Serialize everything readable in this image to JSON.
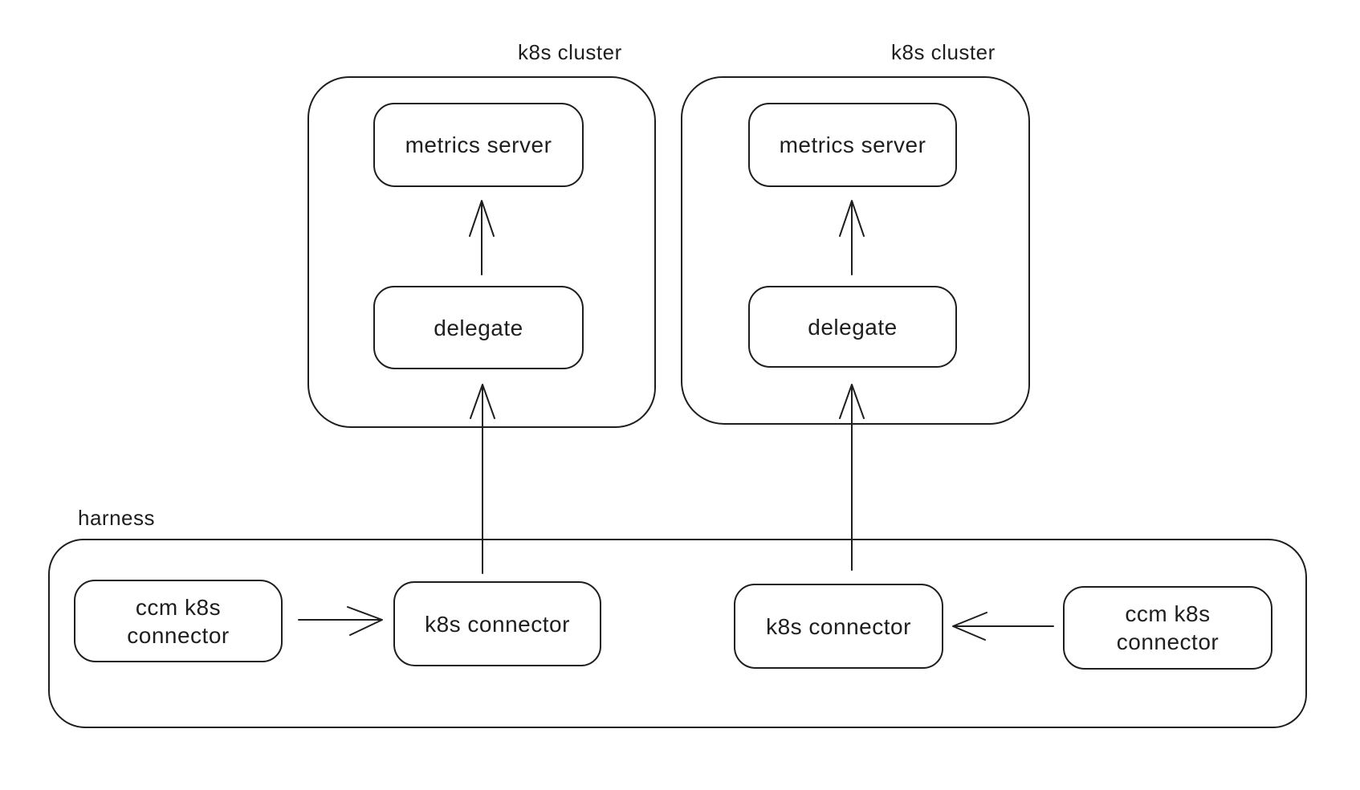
{
  "page": {
    "background_color": "#ffffff",
    "stroke_color": "#1e1e1e",
    "text_color": "#1e1e1e",
    "style": "hand-drawn whiteboard diagram"
  },
  "clusters": [
    {
      "label": "k8s cluster",
      "nodes": {
        "metrics_server": "metrics server",
        "delegate": "delegate"
      }
    },
    {
      "label": "k8s cluster",
      "nodes": {
        "metrics_server": "metrics server",
        "delegate": "delegate"
      }
    }
  ],
  "harness": {
    "label": "harness",
    "nodes": {
      "ccm_left": {
        "line1": "ccm k8s",
        "line2": "connector"
      },
      "connector_left": "k8s connector",
      "connector_right": "k8s connector",
      "ccm_right": {
        "line1": "ccm k8s",
        "line2": "connector"
      }
    }
  },
  "edges": [
    {
      "from": "ccm k8s connector (harness left)",
      "to": "k8s connector (harness left)",
      "direction": "right",
      "style": "open-arrowhead"
    },
    {
      "from": "k8s connector (harness left)",
      "to": "delegate (cluster 1)",
      "direction": "up",
      "style": "open-arrowhead"
    },
    {
      "from": "delegate (cluster 1)",
      "to": "metrics server (cluster 1)",
      "direction": "up",
      "style": "open-arrowhead"
    },
    {
      "from": "ccm k8s connector (harness right)",
      "to": "k8s connector (harness right)",
      "direction": "left",
      "style": "open-arrowhead"
    },
    {
      "from": "k8s connector (harness right)",
      "to": "delegate (cluster 2)",
      "direction": "up",
      "style": "open-arrowhead"
    },
    {
      "from": "delegate (cluster 2)",
      "to": "metrics server (cluster 2)",
      "direction": "up",
      "style": "open-arrowhead"
    }
  ]
}
